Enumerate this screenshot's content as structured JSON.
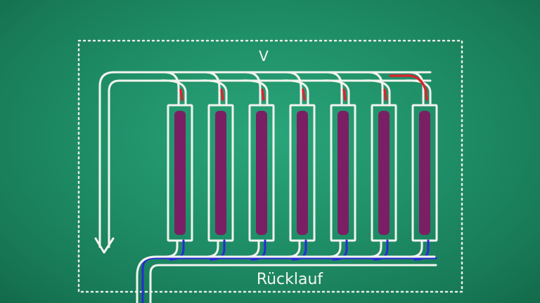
{
  "diagram": {
    "top_label": "V",
    "bottom_label": "Rücklauf",
    "radiator_count": 7,
    "colors": {
      "board": "#1f8f68",
      "chalk": "#f2f4ee",
      "supply_hot": "#d8262e",
      "return_cold": "#2a2ad8",
      "radiator_fill": "#7a1f63"
    }
  }
}
